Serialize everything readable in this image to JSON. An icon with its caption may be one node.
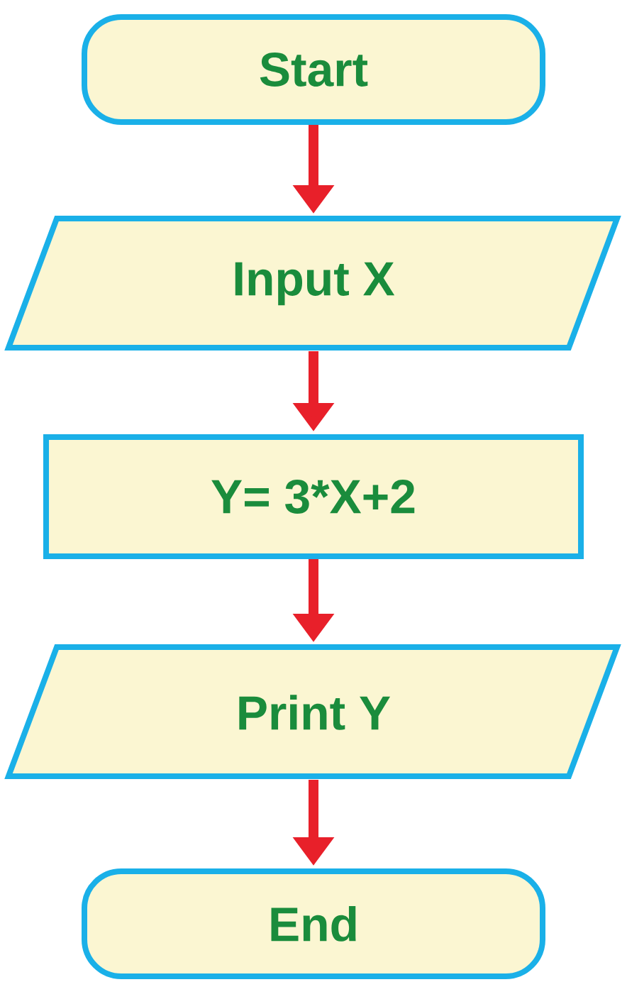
{
  "diagram": {
    "nodes": [
      {
        "text": [
          "Start"
        ]
      },
      {
        "text": [
          "Input X"
        ]
      },
      {
        "text": [
          "Y= 3*X+2"
        ]
      },
      {
        "text": [
          "Print Y"
        ]
      },
      {
        "text": [
          "End"
        ]
      }
    ],
    "edges": [
      {
        "from": 0,
        "to": 1,
        "arrow": "to"
      },
      {
        "from": 1,
        "to": 2,
        "arrow": "to"
      },
      {
        "from": 2,
        "to": 3,
        "arrow": "to"
      },
      {
        "from": 3,
        "to": 4,
        "arrow": "to"
      }
    ]
  }
}
